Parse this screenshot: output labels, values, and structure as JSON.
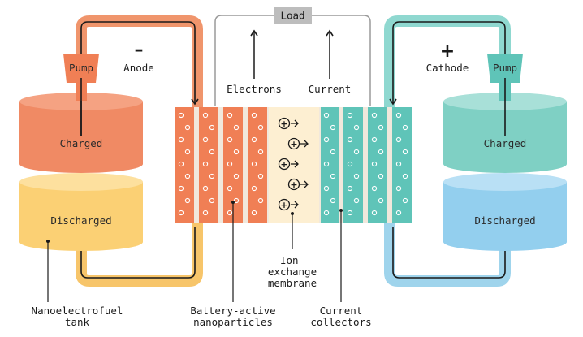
{
  "labels": {
    "load": "Load",
    "electrons": "Electrons",
    "current": "Current",
    "anode": "Anode",
    "anode_sign": "–",
    "cathode": "Cathode",
    "cathode_sign": "+",
    "pump_left": "Pump",
    "pump_right": "Pump",
    "charged_left": "Charged",
    "discharged_left": "Discharged",
    "charged_right": "Charged",
    "discharged_right": "Discharged",
    "tank_line1": "Nanoelectrofuel",
    "tank_line2": "tank",
    "particles_line1": "Battery-active",
    "particles_line2": "nanoparticles",
    "membrane_line1": "Ion-",
    "membrane_line2": "exchange",
    "membrane_line3": "membrane",
    "collectors_line1": "Current",
    "collectors_line2": "collectors",
    "ion_symbol": "+"
  },
  "colors": {
    "anode_loop": "#f0956c",
    "anode_loop_lower": "#f7c56a",
    "charged_left": "#f08a64",
    "charged_left_top": "#f5a282",
    "discharged_left": "#fbd074",
    "discharged_left_top": "#fde09e",
    "cathode_loop": "#8fd8d0",
    "cathode_loop_lower": "#9fd4ec",
    "charged_right": "#7fd0c4",
    "charged_right_top": "#a8e0d8",
    "discharged_right": "#93cfee",
    "discharged_right_top": "#b9e0f5",
    "anode_plate": "#f07f55",
    "cathode_plate": "#5fc4b8",
    "membrane_zone": "#fdefd2",
    "separator": "#f1e8dc",
    "load_box": "#bdbdbd",
    "wire": "#9a9a9a",
    "arrow": "#1a1a1a"
  }
}
